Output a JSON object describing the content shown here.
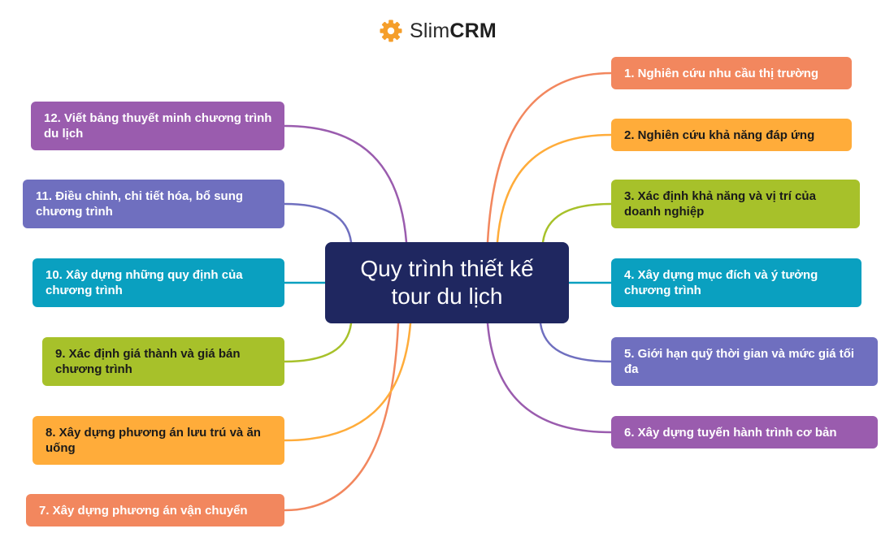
{
  "logo": {
    "brand_light": "Slim",
    "brand_bold": "CRM",
    "icon": "gear-icon",
    "icon_color": "#f59e2a"
  },
  "center": {
    "title": "Quy trình thiết kế tour du lịch"
  },
  "steps": [
    {
      "label": "1. Nghiên cứu nhu cầu thị trường",
      "color": "#f2875e",
      "side": "right"
    },
    {
      "label": "2. Nghiên cứu khả năng đáp ứng",
      "color": "#ffac3a",
      "side": "right"
    },
    {
      "label": "3. Xác định khả năng và vị trí của doanh nghiệp",
      "color": "#a7c12a",
      "side": "right"
    },
    {
      "label": "4. Xây dựng mục đích và ý tưởng chương trình",
      "color": "#0aa0c0",
      "side": "right"
    },
    {
      "label": "5. Giới hạn quỹ thời gian và mức giá tối đa",
      "color": "#6f6fbf",
      "side": "right"
    },
    {
      "label": "6. Xây dựng tuyến hành trình cơ bản",
      "color": "#9a5cae",
      "side": "right"
    },
    {
      "label": "7. Xây dựng phương án vận chuyển",
      "color": "#f2875e",
      "side": "left"
    },
    {
      "label": "8. Xây dựng phương án lưu trú và ăn uống",
      "color": "#ffac3a",
      "side": "left"
    },
    {
      "label": "9. Xác định giá thành và giá bán chương trình",
      "color": "#a7c12a",
      "side": "left"
    },
    {
      "label": "10. Xây dựng những quy định của chương trình",
      "color": "#0aa0c0",
      "side": "left"
    },
    {
      "label": "11. Điều chỉnh, chi tiết hóa, bổ sung chương trình",
      "color": "#6f6fbf",
      "side": "left"
    },
    {
      "label": "12. Viết bảng thuyết minh chương trình du lịch",
      "color": "#9a5cae",
      "side": "left"
    }
  ]
}
